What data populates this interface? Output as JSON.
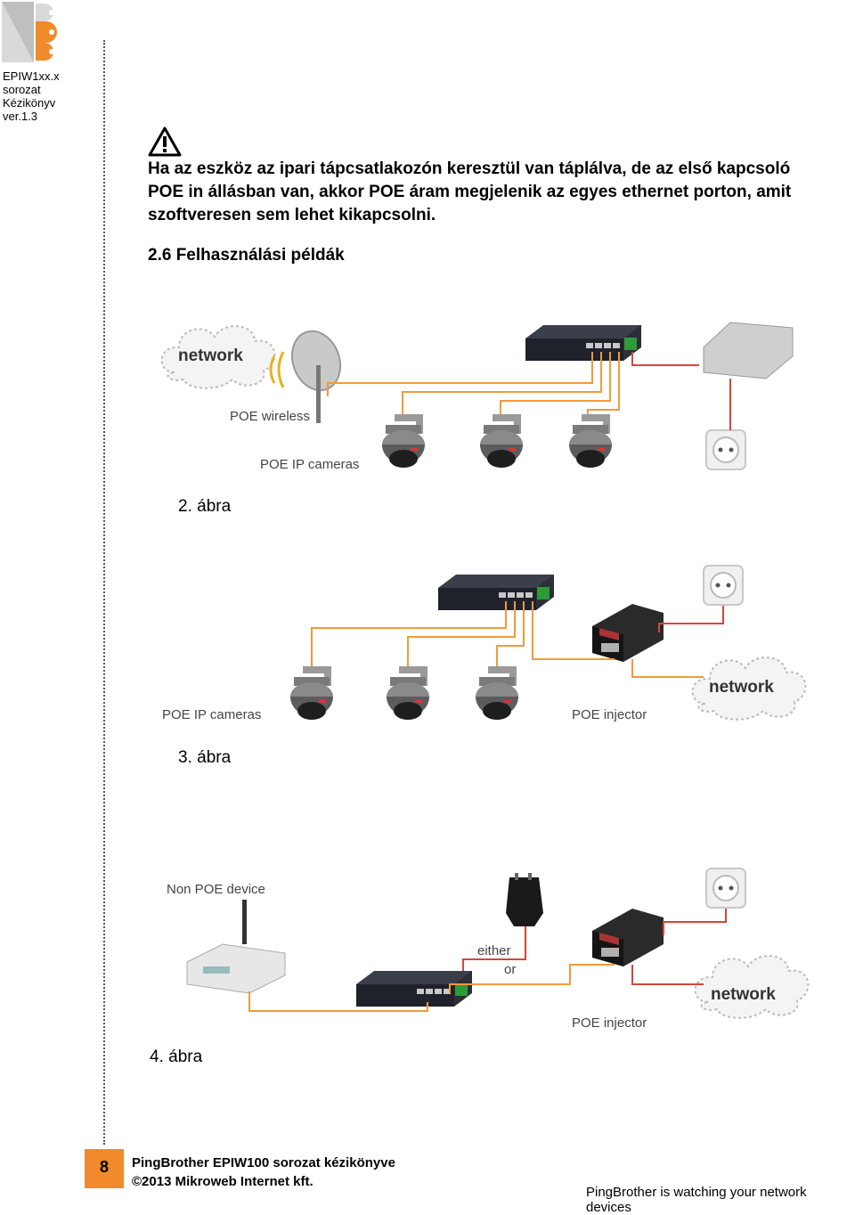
{
  "header": {
    "logo": "brand-logo",
    "sidebar_lines": [
      "EPIW1xx.x",
      "sorozat",
      "Kézikönyv",
      "ver.1.3"
    ]
  },
  "warning": {
    "icon": "warning-triangle-icon",
    "text": "Ha az eszköz az ipari tápcsatlakozón keresztül van táplálva, de az első kapcsoló POE in állásban van, akkor POE áram megjelenik az egyes ethernet porton, amit szoftveresen sem lehet kikapcsolni."
  },
  "section_title": "2.6 Felhasználási példák",
  "figures": [
    {
      "caption": "2.  ábra",
      "labels": {
        "cloud": "network",
        "wireless": "POE wireless",
        "cameras": "POE IP cameras"
      }
    },
    {
      "caption": "3.  ábra",
      "labels": {
        "cameras": "POE IP cameras",
        "injector": "POE injector",
        "cloud": "network"
      }
    },
    {
      "caption": "4. ábra",
      "labels": {
        "device": "Non POE device",
        "either": "either",
        "or": "or",
        "injector": "POE injector",
        "cloud": "network"
      }
    }
  ],
  "colors": {
    "accent": "#f08a2a",
    "cable_orange": "#f29a3a",
    "cable_red": "#d6453a"
  },
  "footer": {
    "page_number": "8",
    "line1": "PingBrother EPIW100 sorozat kézikönyve",
    "line2": "©2013 Mikroweb Internet kft.",
    "tagline": "PingBrother is watching your network devices"
  }
}
